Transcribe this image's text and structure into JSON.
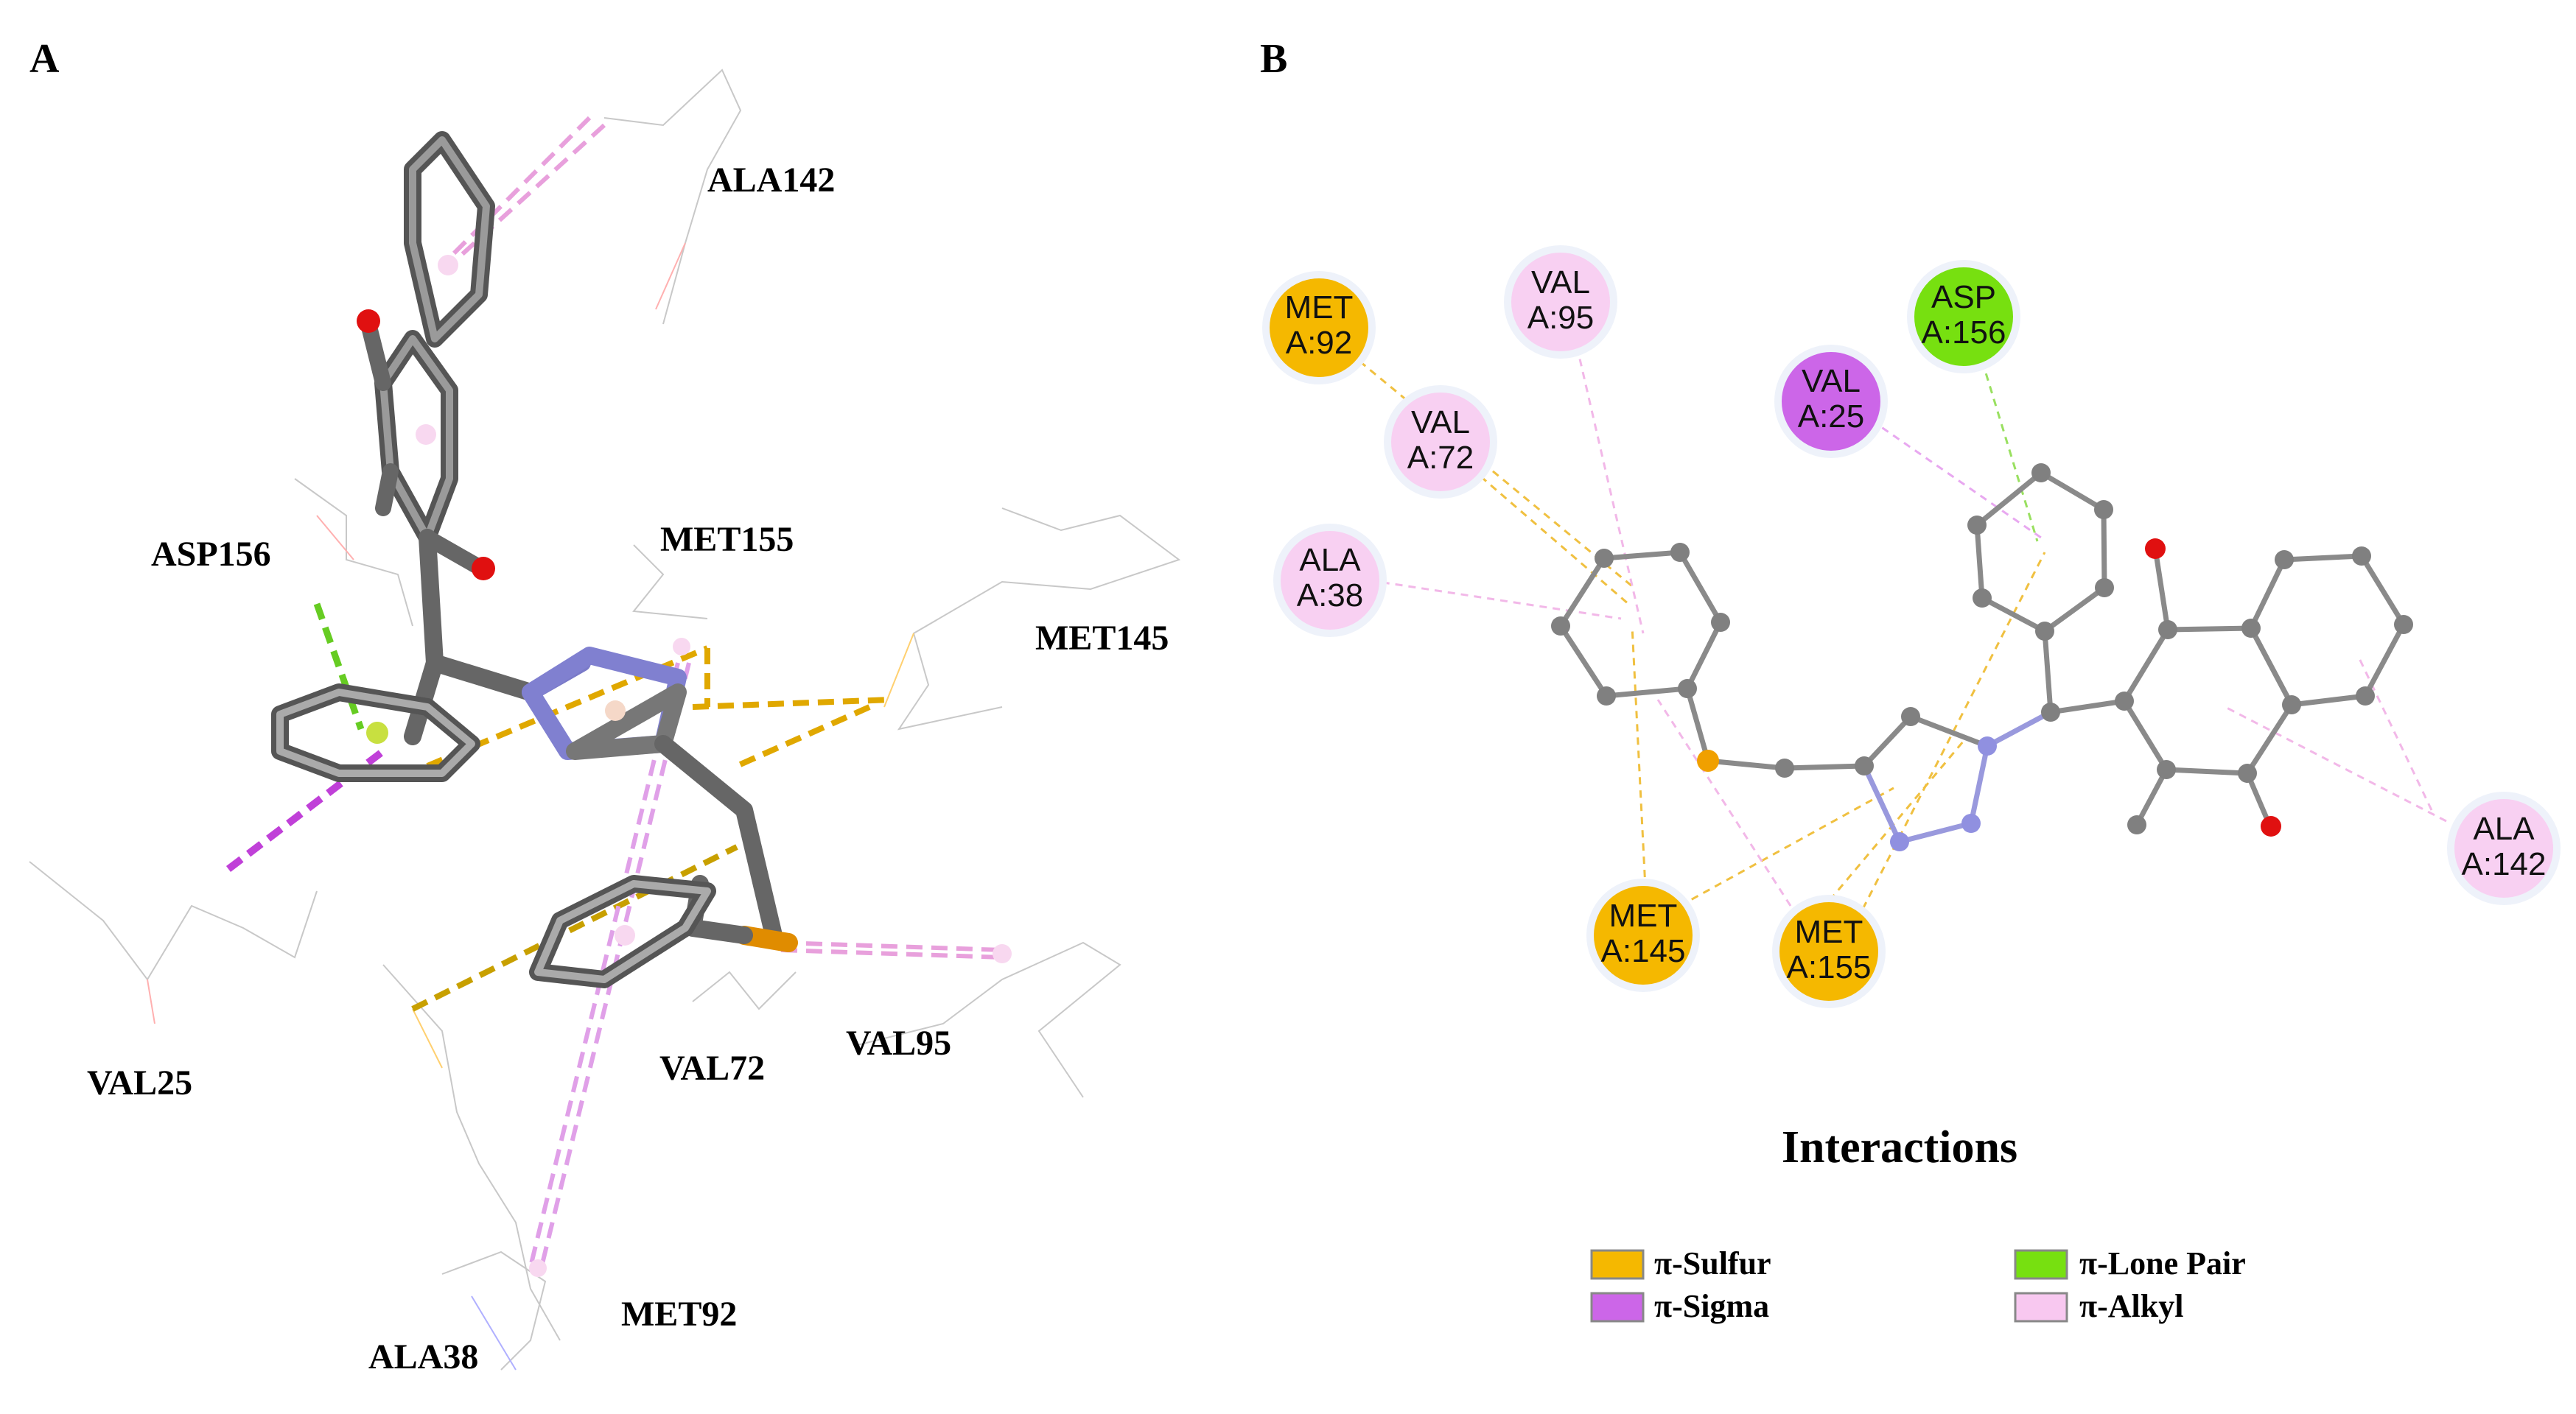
{
  "panels": {
    "a": {
      "letter": "A"
    },
    "b": {
      "letter": "B"
    }
  },
  "panel_a_residues": {
    "ala142": "ALA142",
    "asp156": "ASP156",
    "met155": "MET155",
    "met145": "MET145",
    "val25": "VAL25",
    "val72": "VAL72",
    "val95": "VAL95",
    "met92": "MET92",
    "ala38": "ALA38"
  },
  "panel_b_residues": {
    "met92": {
      "line1": "MET",
      "line2": "A:92",
      "type": "pi-sulfur"
    },
    "val95": {
      "line1": "VAL",
      "line2": "A:95",
      "type": "pi-alkyl"
    },
    "asp156": {
      "line1": "ASP",
      "line2": "A:156",
      "type": "pi-lone-pair"
    },
    "val25": {
      "line1": "VAL",
      "line2": "A:25",
      "type": "pi-sigma"
    },
    "val72": {
      "line1": "VAL",
      "line2": "A:72",
      "type": "pi-alkyl"
    },
    "ala38": {
      "line1": "ALA",
      "line2": "A:38",
      "type": "pi-alkyl"
    },
    "met145": {
      "line1": "MET",
      "line2": "A:145",
      "type": "pi-sulfur"
    },
    "met155": {
      "line1": "MET",
      "line2": "A:155",
      "type": "pi-sulfur"
    },
    "ala142": {
      "line1": "ALA",
      "line2": "A:142",
      "type": "pi-alkyl"
    }
  },
  "legend": {
    "title": "Interactions",
    "items": [
      {
        "key": "pi-sulfur",
        "label": "π-Sulfur",
        "color": "#F5B800"
      },
      {
        "key": "pi-lone-pair",
        "label": "π-Lone Pair",
        "color": "#77E010"
      },
      {
        "key": "pi-sigma",
        "label": "π-Sigma",
        "color": "#CC66E8"
      },
      {
        "key": "pi-alkyl",
        "label": "π-Alkyl",
        "color": "#F8C8F0"
      }
    ]
  },
  "colors": {
    "carbon": "#808080",
    "nitrogen": "#9090E0",
    "oxygen": "#E01010",
    "sulfur": "#F0A000",
    "pi_sulfur_line": "#E0A800",
    "pi_lone_pair_line": "#66CC22",
    "pi_sigma_line": "#C040D8",
    "pi_alkyl_line": "#E8A0DC"
  }
}
